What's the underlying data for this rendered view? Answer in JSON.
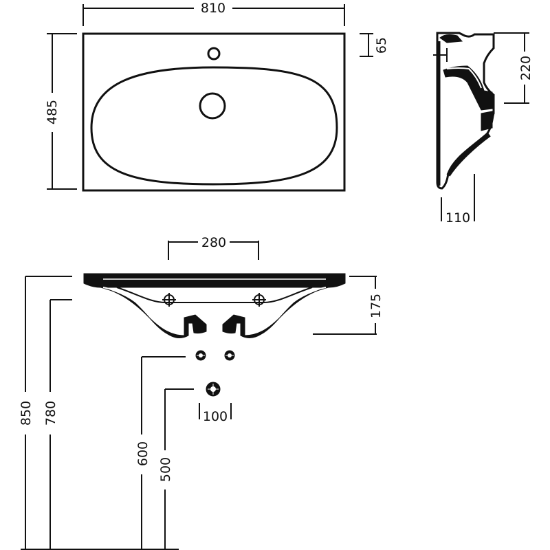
{
  "units": "mm",
  "top_view": {
    "width": "810",
    "depth": "485",
    "rim": "65"
  },
  "side_view": {
    "height": "220",
    "projection": "110"
  },
  "front_view": {
    "bracket_spacing": "280",
    "basin_height": "175",
    "floor_to_rim": "850",
    "floor_to_bracket_top": "780",
    "floor_to_supply": "600",
    "floor_to_waste": "500",
    "supply_spacing": "100"
  }
}
